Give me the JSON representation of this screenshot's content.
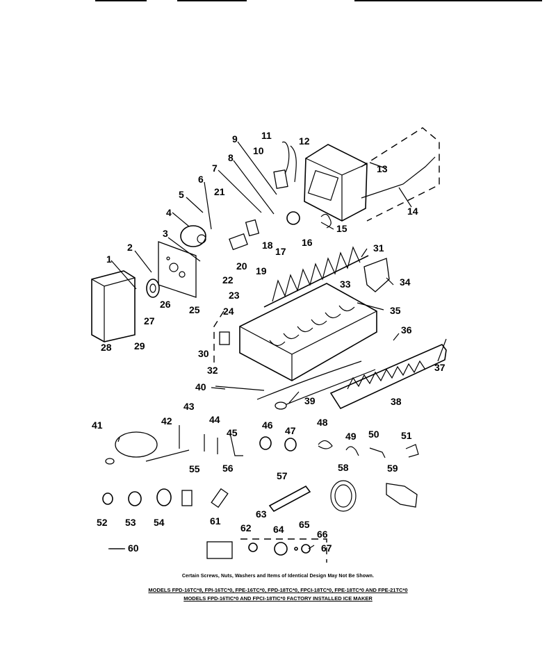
{
  "callouts": [
    "1",
    "2",
    "3",
    "4",
    "5",
    "6",
    "7",
    "8",
    "9",
    "10",
    "11",
    "12",
    "13",
    "14",
    "15",
    "16",
    "17",
    "18",
    "19",
    "20",
    "21",
    "22",
    "23",
    "24",
    "25",
    "26",
    "27",
    "28",
    "29",
    "30",
    "31",
    "32",
    "33",
    "34",
    "35",
    "36",
    "37",
    "38",
    "39",
    "40",
    "41",
    "42",
    "43",
    "44",
    "45",
    "46",
    "47",
    "48",
    "49",
    "50",
    "51",
    "52",
    "53",
    "54",
    "55",
    "56",
    "57",
    "58",
    "59",
    "60",
    "61",
    "62",
    "63",
    "64",
    "65",
    "66",
    "67"
  ],
  "footer": {
    "note": "Certain Screws, Nuts, Washers and Items of Identical Design May Not Be Shown.",
    "models_line1": "MODELS FPD-16TC*8, FPI-16TC*0, FPE-16TC*0, FPD-18TC*0, FPCI-18TC*0, FPE-18TC*0 AND FPE-21TC*0",
    "models_line2": "MODELS FPD-16TIC*0 AND FPCI-18TIC*0 FACTORY INSTALLED ICE MAKER"
  }
}
